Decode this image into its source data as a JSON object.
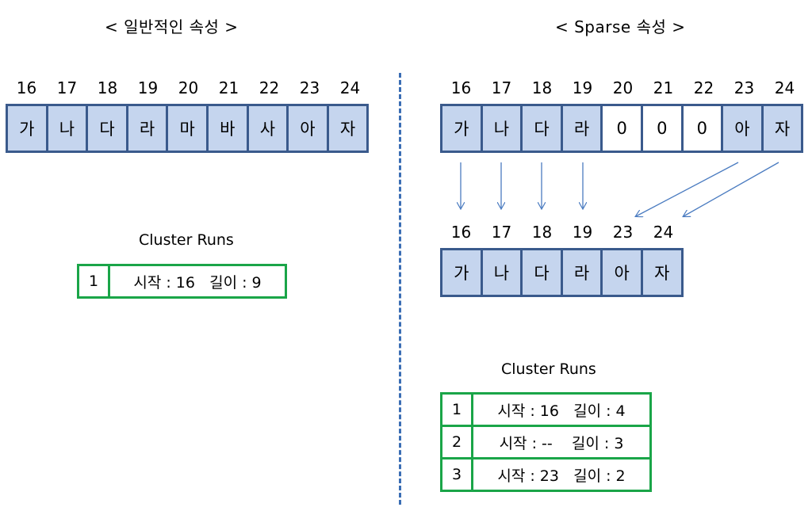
{
  "left": {
    "title": "< 일반적인 속성 >",
    "indices": [
      "16",
      "17",
      "18",
      "19",
      "20",
      "21",
      "22",
      "23",
      "24"
    ],
    "cells": [
      "가",
      "나",
      "다",
      "라",
      "마",
      "바",
      "사",
      "아",
      "자"
    ],
    "runs_label": "Cluster Runs",
    "runs": [
      {
        "idx": "1",
        "text": "시작 : 16   길이 : 9"
      }
    ]
  },
  "right": {
    "title": "< Sparse 속성 >",
    "indices": [
      "16",
      "17",
      "18",
      "19",
      "20",
      "21",
      "22",
      "23",
      "24"
    ],
    "cells": [
      "가",
      "나",
      "다",
      "라",
      "0",
      "0",
      "0",
      "아",
      "자"
    ],
    "compact_indices": [
      "16",
      "17",
      "18",
      "19",
      "23",
      "24"
    ],
    "compact_cells": [
      "가",
      "나",
      "다",
      "라",
      "아",
      "자"
    ],
    "runs_label": "Cluster Runs",
    "runs": [
      {
        "idx": "1",
        "text": "시작 : 16   길이 : 4"
      },
      {
        "idx": "2",
        "text": "시작 : --    길이 : 3"
      },
      {
        "idx": "3",
        "text": "시작 : 23   길이 : 2"
      }
    ]
  },
  "colors": {
    "cell_fill": "#c5d5ee",
    "cell_border": "#3a5a8c",
    "runs_border": "#1aa548",
    "divider": "#3a6db4",
    "arrow": "#4a7bc0"
  }
}
